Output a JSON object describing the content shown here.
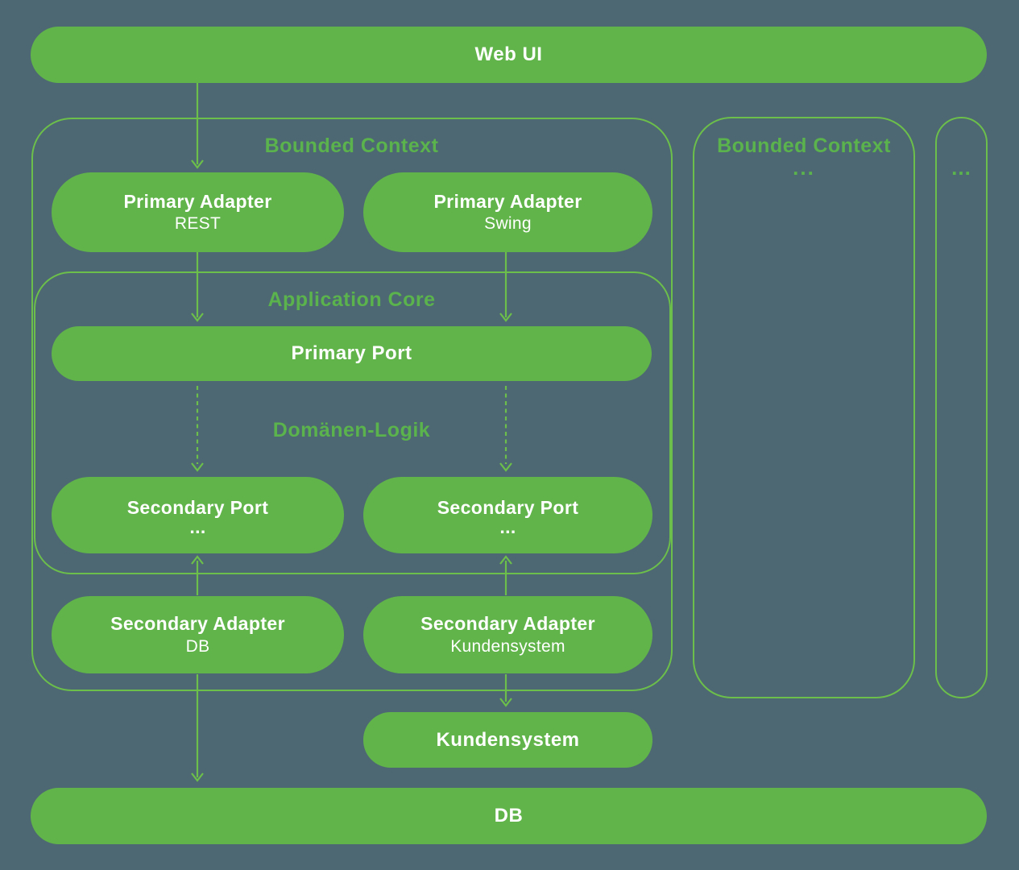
{
  "colors": {
    "background": "#4d6872",
    "node_fill": "#61b44a",
    "outline": "#6cbf4a",
    "label_green": "#5ab34c",
    "text_on_green": "#ffffff"
  },
  "nodes": {
    "web_ui": {
      "label": "Web UI"
    },
    "bounded_context_1": {
      "title": "Bounded Context"
    },
    "primary_adapter_rest": {
      "title": "Primary Adapter",
      "subtitle": "REST"
    },
    "primary_adapter_swing": {
      "title": "Primary Adapter",
      "subtitle": "Swing"
    },
    "application_core": {
      "title": "Application Core"
    },
    "primary_port": {
      "label": "Primary Port"
    },
    "domain_logic": {
      "label": "Domänen-Logik"
    },
    "secondary_port_left": {
      "title": "Secondary Port",
      "subtitle": "..."
    },
    "secondary_port_right": {
      "title": "Secondary Port",
      "subtitle": "..."
    },
    "secondary_adapter_db": {
      "title": "Secondary Adapter",
      "subtitle": "DB"
    },
    "secondary_adapter_kundensystem": {
      "title": "Secondary Adapter",
      "subtitle": "Kundensystem"
    },
    "kundensystem": {
      "label": "Kundensystem"
    },
    "db": {
      "label": "DB"
    },
    "bounded_context_2": {
      "title": "Bounded Context",
      "ellipsis": "..."
    },
    "collapsed_context_3": {
      "ellipsis": "..."
    }
  }
}
